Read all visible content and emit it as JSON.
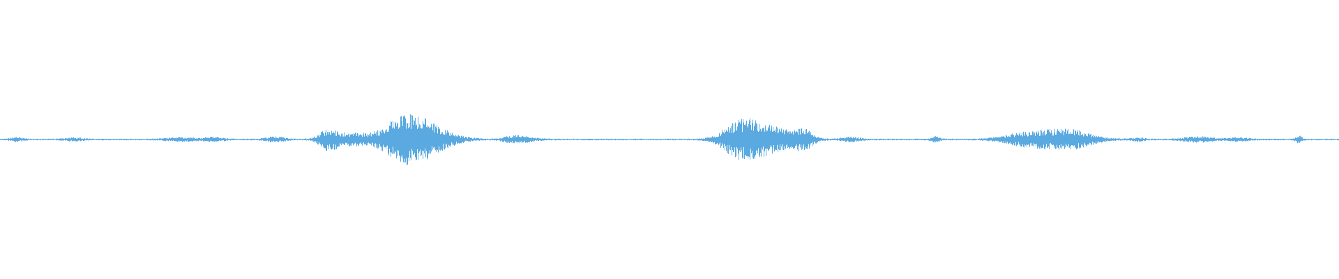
{
  "waveform": {
    "color": "#5aa9e0",
    "background": "#ffffff",
    "baseline_amplitude": 0.006,
    "bursts": [
      {
        "center": 0.012,
        "width": 0.004,
        "amplitude": 0.012
      },
      {
        "center": 0.055,
        "width": 0.006,
        "amplitude": 0.01
      },
      {
        "center": 0.135,
        "width": 0.01,
        "amplitude": 0.012
      },
      {
        "center": 0.16,
        "width": 0.006,
        "amplitude": 0.014
      },
      {
        "center": 0.205,
        "width": 0.006,
        "amplitude": 0.018
      },
      {
        "center": 0.245,
        "width": 0.006,
        "amplitude": 0.07
      },
      {
        "center": 0.262,
        "width": 0.01,
        "amplitude": 0.04
      },
      {
        "center": 0.3,
        "width": 0.014,
        "amplitude": 0.12
      },
      {
        "center": 0.318,
        "width": 0.016,
        "amplitude": 0.09
      },
      {
        "center": 0.382,
        "width": 0.006,
        "amplitude": 0.018
      },
      {
        "center": 0.392,
        "width": 0.008,
        "amplitude": 0.014
      },
      {
        "center": 0.55,
        "width": 0.01,
        "amplitude": 0.1
      },
      {
        "center": 0.566,
        "width": 0.012,
        "amplitude": 0.09
      },
      {
        "center": 0.585,
        "width": 0.012,
        "amplitude": 0.045
      },
      {
        "center": 0.6,
        "width": 0.006,
        "amplitude": 0.06
      },
      {
        "center": 0.635,
        "width": 0.006,
        "amplitude": 0.016
      },
      {
        "center": 0.698,
        "width": 0.003,
        "amplitude": 0.018
      },
      {
        "center": 0.76,
        "width": 0.012,
        "amplitude": 0.022
      },
      {
        "center": 0.785,
        "width": 0.018,
        "amplitude": 0.06
      },
      {
        "center": 0.805,
        "width": 0.012,
        "amplitude": 0.03
      },
      {
        "center": 0.85,
        "width": 0.004,
        "amplitude": 0.012
      },
      {
        "center": 0.895,
        "width": 0.01,
        "amplitude": 0.018
      },
      {
        "center": 0.925,
        "width": 0.006,
        "amplitude": 0.012
      },
      {
        "center": 0.97,
        "width": 0.002,
        "amplitude": 0.025
      }
    ]
  }
}
